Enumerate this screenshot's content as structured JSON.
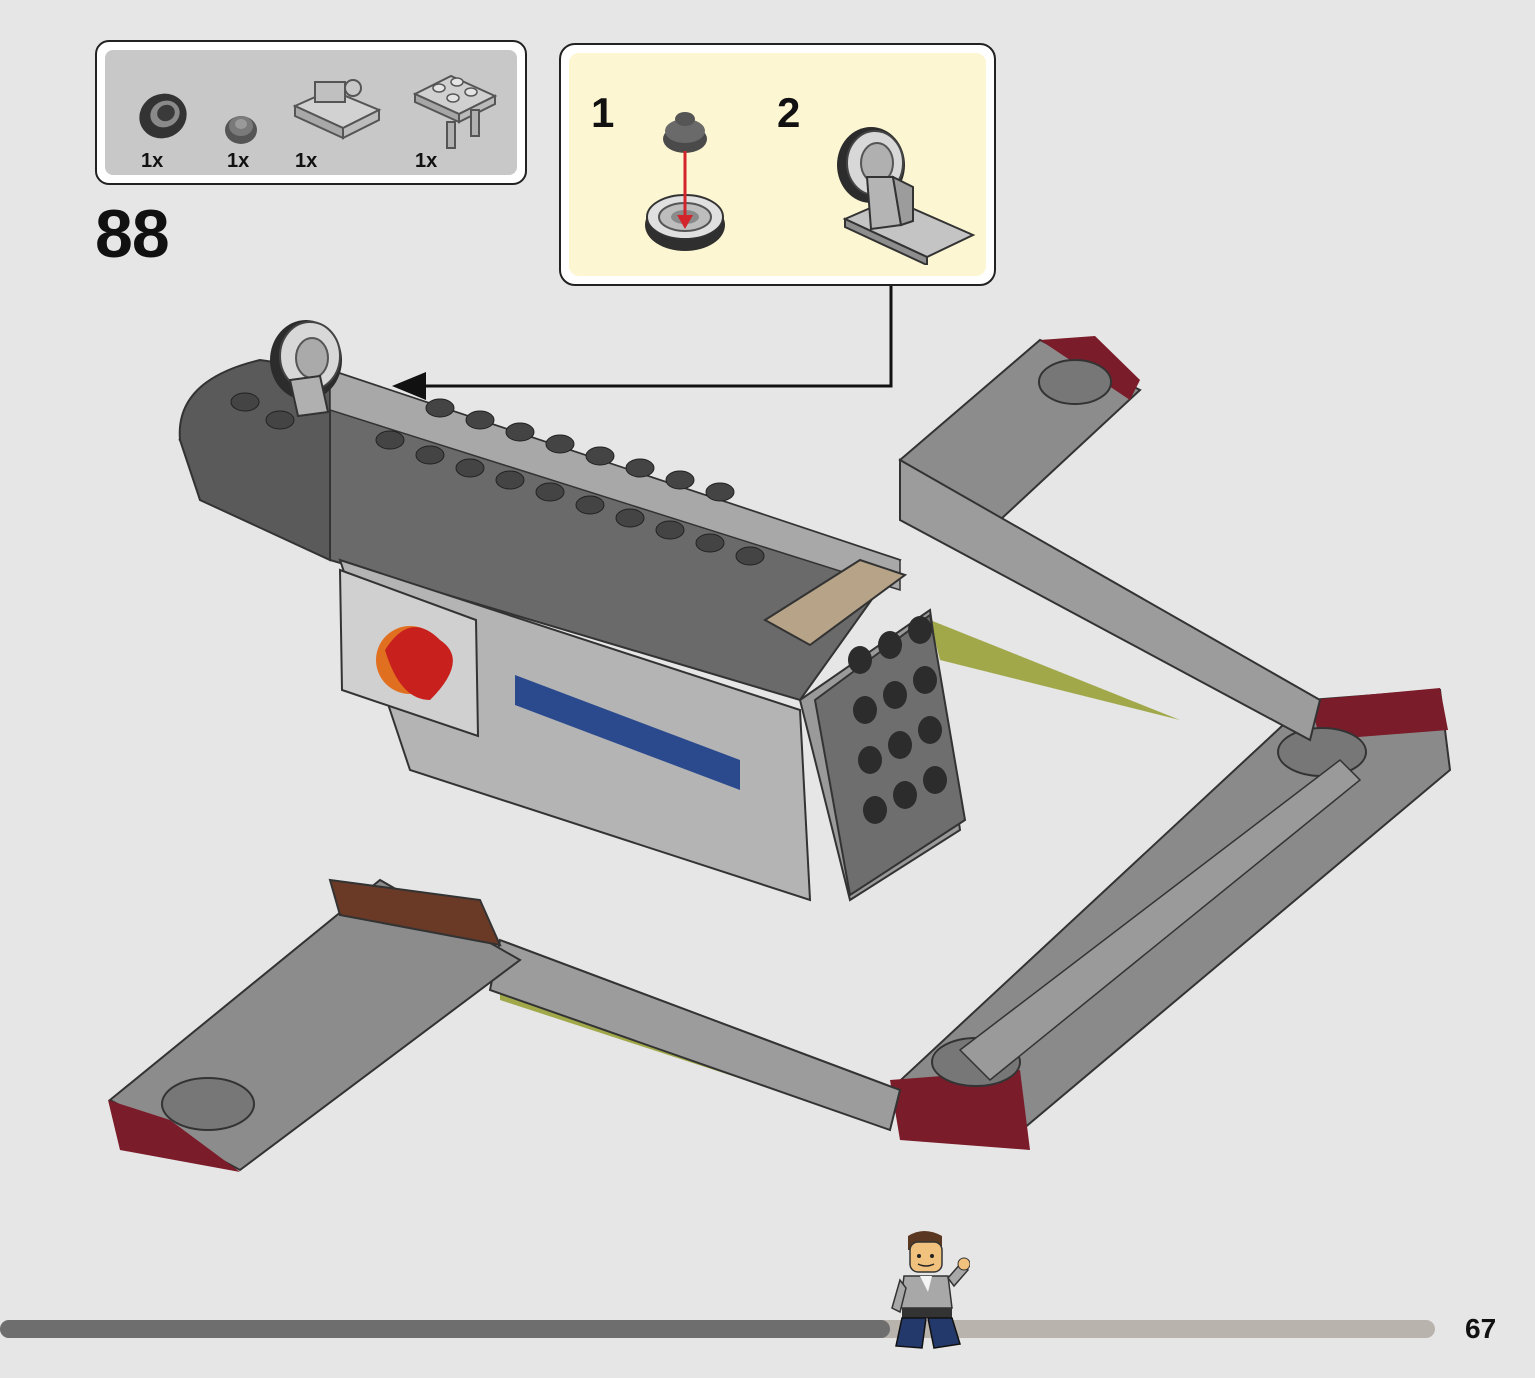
{
  "parts_list": {
    "items": [
      {
        "name": "tire",
        "qty": "1x"
      },
      {
        "name": "wheel-hub",
        "qty": "1x"
      },
      {
        "name": "wheel-holder-plate",
        "qty": "1x"
      },
      {
        "name": "plate-with-clips",
        "qty": "1x"
      }
    ]
  },
  "step": {
    "number": "88"
  },
  "callout": {
    "substeps": [
      {
        "number": "1"
      },
      {
        "number": "2"
      }
    ]
  },
  "page": {
    "number": "67",
    "progress_fraction": 0.62
  },
  "colors": {
    "background": "#e6e6e6",
    "parts_panel": "#c8c8c8",
    "callout_panel": "#fdf6d2",
    "dark_red": "#7b1c2a",
    "olive": "#a0a84a",
    "blue_stripe": "#2b4a8e",
    "progress_done": "#6e6e6e",
    "progress_remaining": "#b9b3ad"
  }
}
